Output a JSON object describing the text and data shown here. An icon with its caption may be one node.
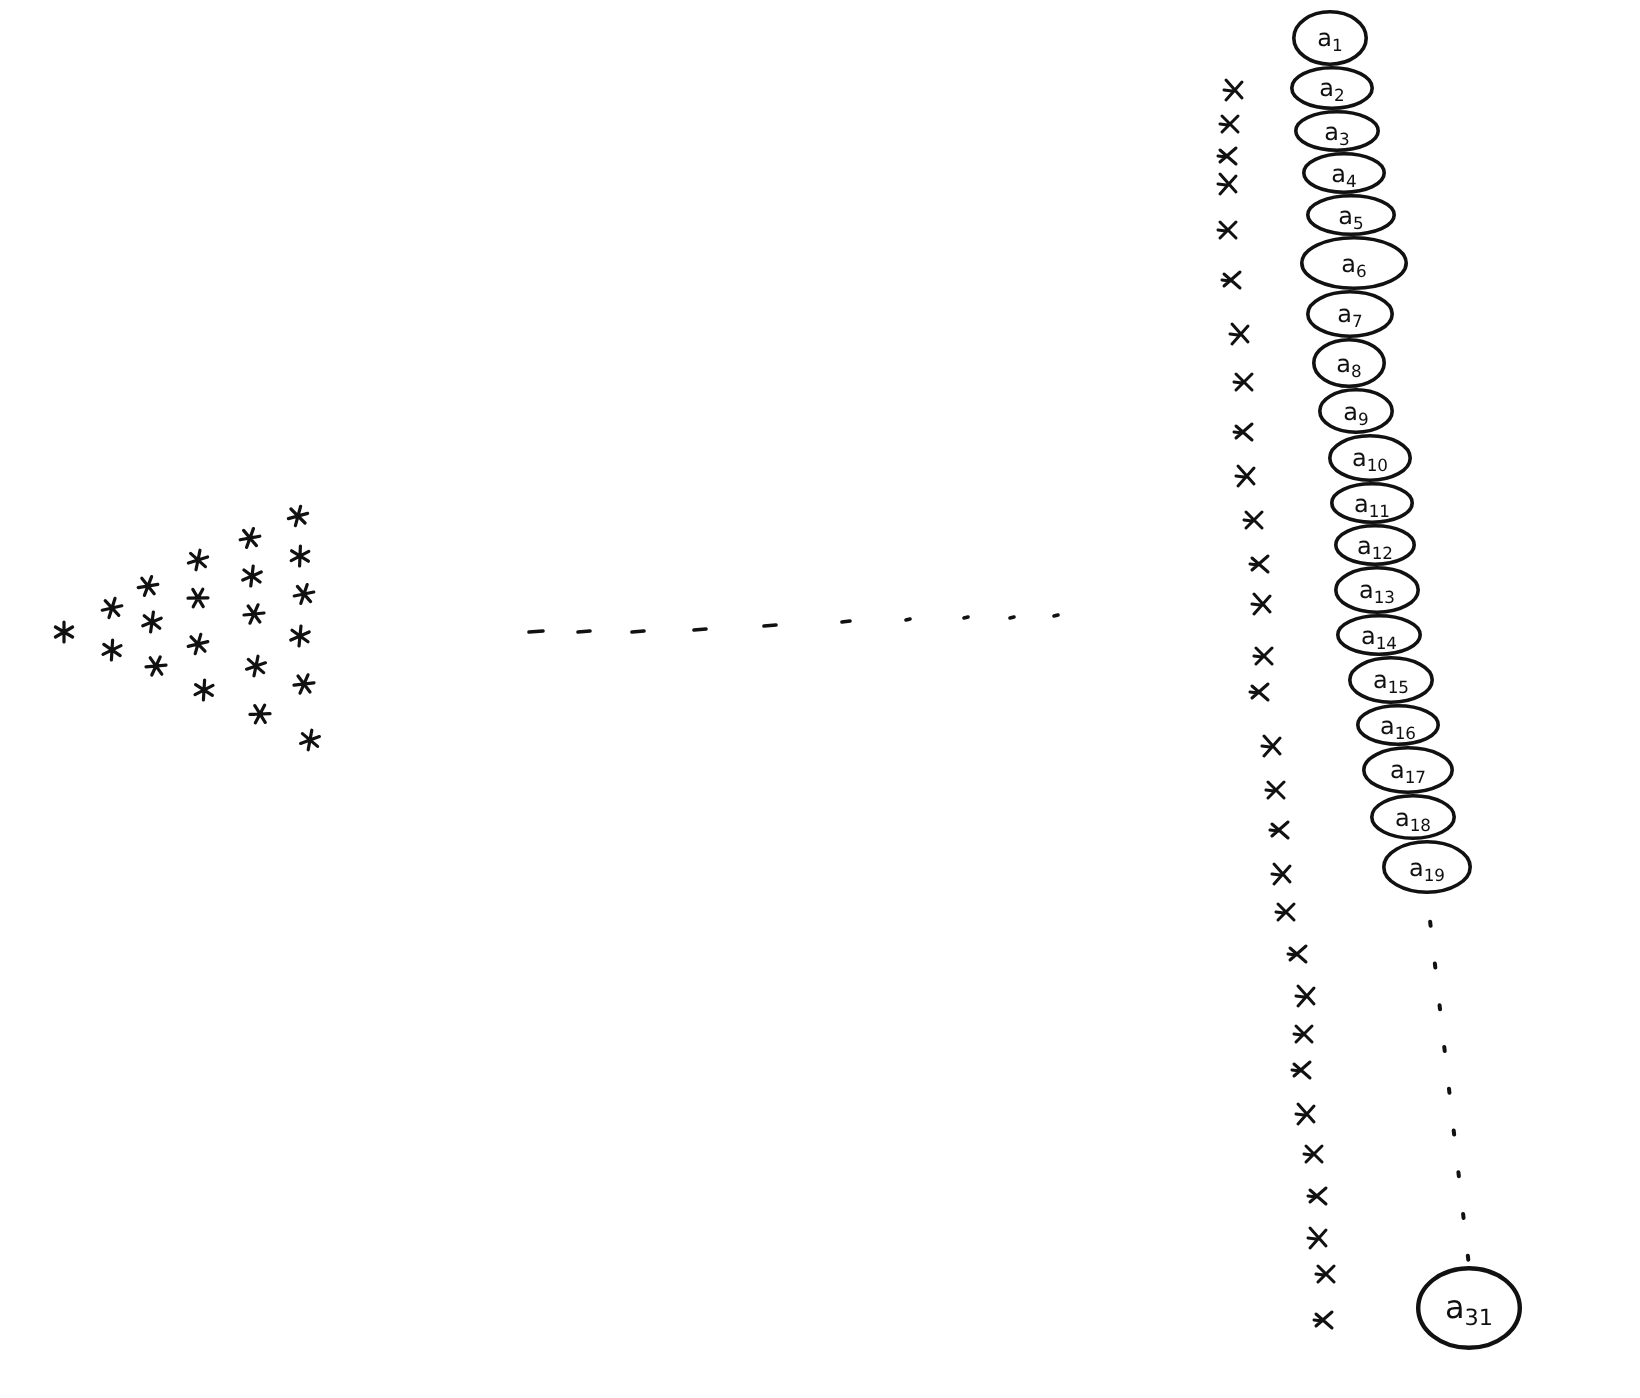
{
  "diagram": {
    "nodes": [
      {
        "text": [
          "a$_{1}$"
        ]
      },
      {
        "text": [
          "a$_{2}$"
        ]
      },
      {
        "text": [
          "a$_{3}$"
        ]
      },
      {
        "text": [
          "a$_{4}$"
        ]
      },
      {
        "text": [
          "a$_{5}$"
        ]
      },
      {
        "text": [
          "a$_{6}$"
        ]
      },
      {
        "text": [
          "a$_{7}$"
        ]
      },
      {
        "text": [
          "a$_{8}$"
        ]
      },
      {
        "text": [
          "a$_{9}$"
        ]
      },
      {
        "text": [
          "a$_{10}$"
        ]
      },
      {
        "text": [
          "a$_{11}$"
        ]
      },
      {
        "text": [
          "a$_{12}$"
        ]
      },
      {
        "text": [
          "a$_{13}$"
        ]
      },
      {
        "text": [
          "a$_{14}$"
        ]
      },
      {
        "text": [
          "a$_{15}$"
        ]
      },
      {
        "text": [
          "a$_{16}$"
        ]
      },
      {
        "text": [
          "a$_{17}$"
        ]
      },
      {
        "text": [
          "a$_{18}$"
        ]
      },
      {
        "text": [
          "a$_{19}$"
        ]
      },
      {
        "text": [
          "a$_{31}$"
        ]
      }
    ],
    "edges": [
      {
        "from": 18,
        "to": 19,
        "arrow": "none",
        "style": "dashed"
      }
    ]
  }
}
